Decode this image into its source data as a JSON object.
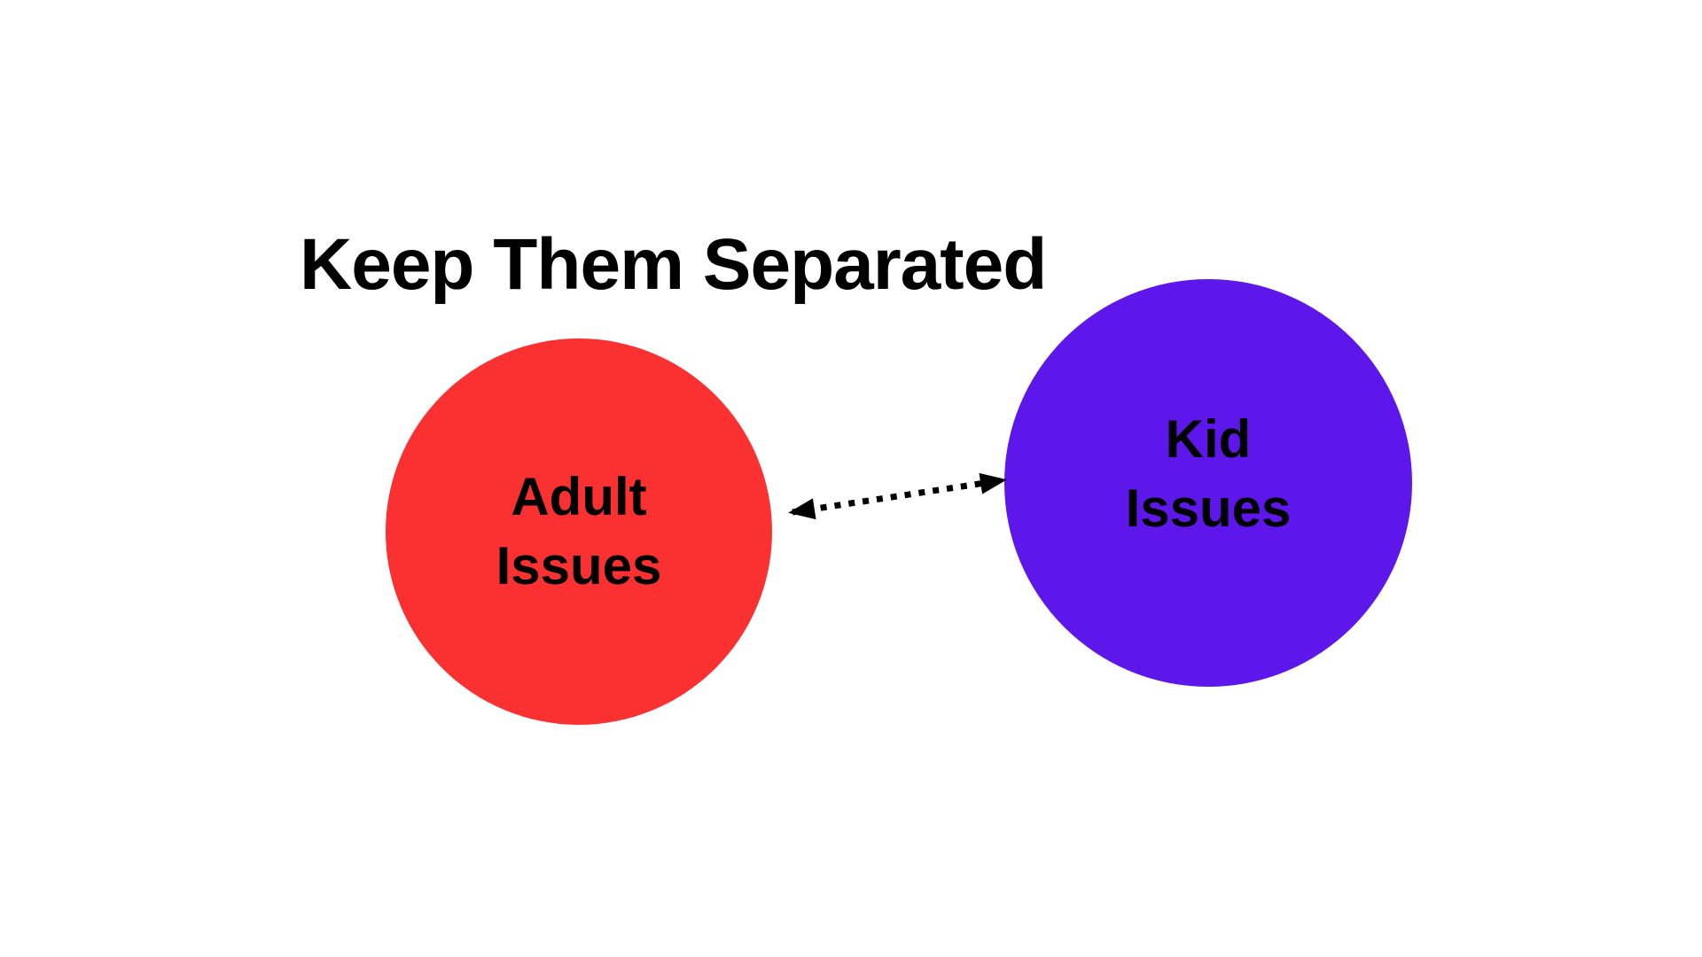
{
  "title": "Keep Them Separated",
  "diagram": {
    "left_circle": {
      "label": "Adult\nIssues",
      "color": "#FB3131"
    },
    "right_circle": {
      "label": "Kid\nIssues",
      "color": "#5E17EB"
    },
    "connector": {
      "type": "dotted-double-headed-arrow",
      "color": "#000000"
    }
  },
  "colors": {
    "background": "#FFFFFF",
    "title_text": "#000000",
    "label_text": "#000000"
  }
}
